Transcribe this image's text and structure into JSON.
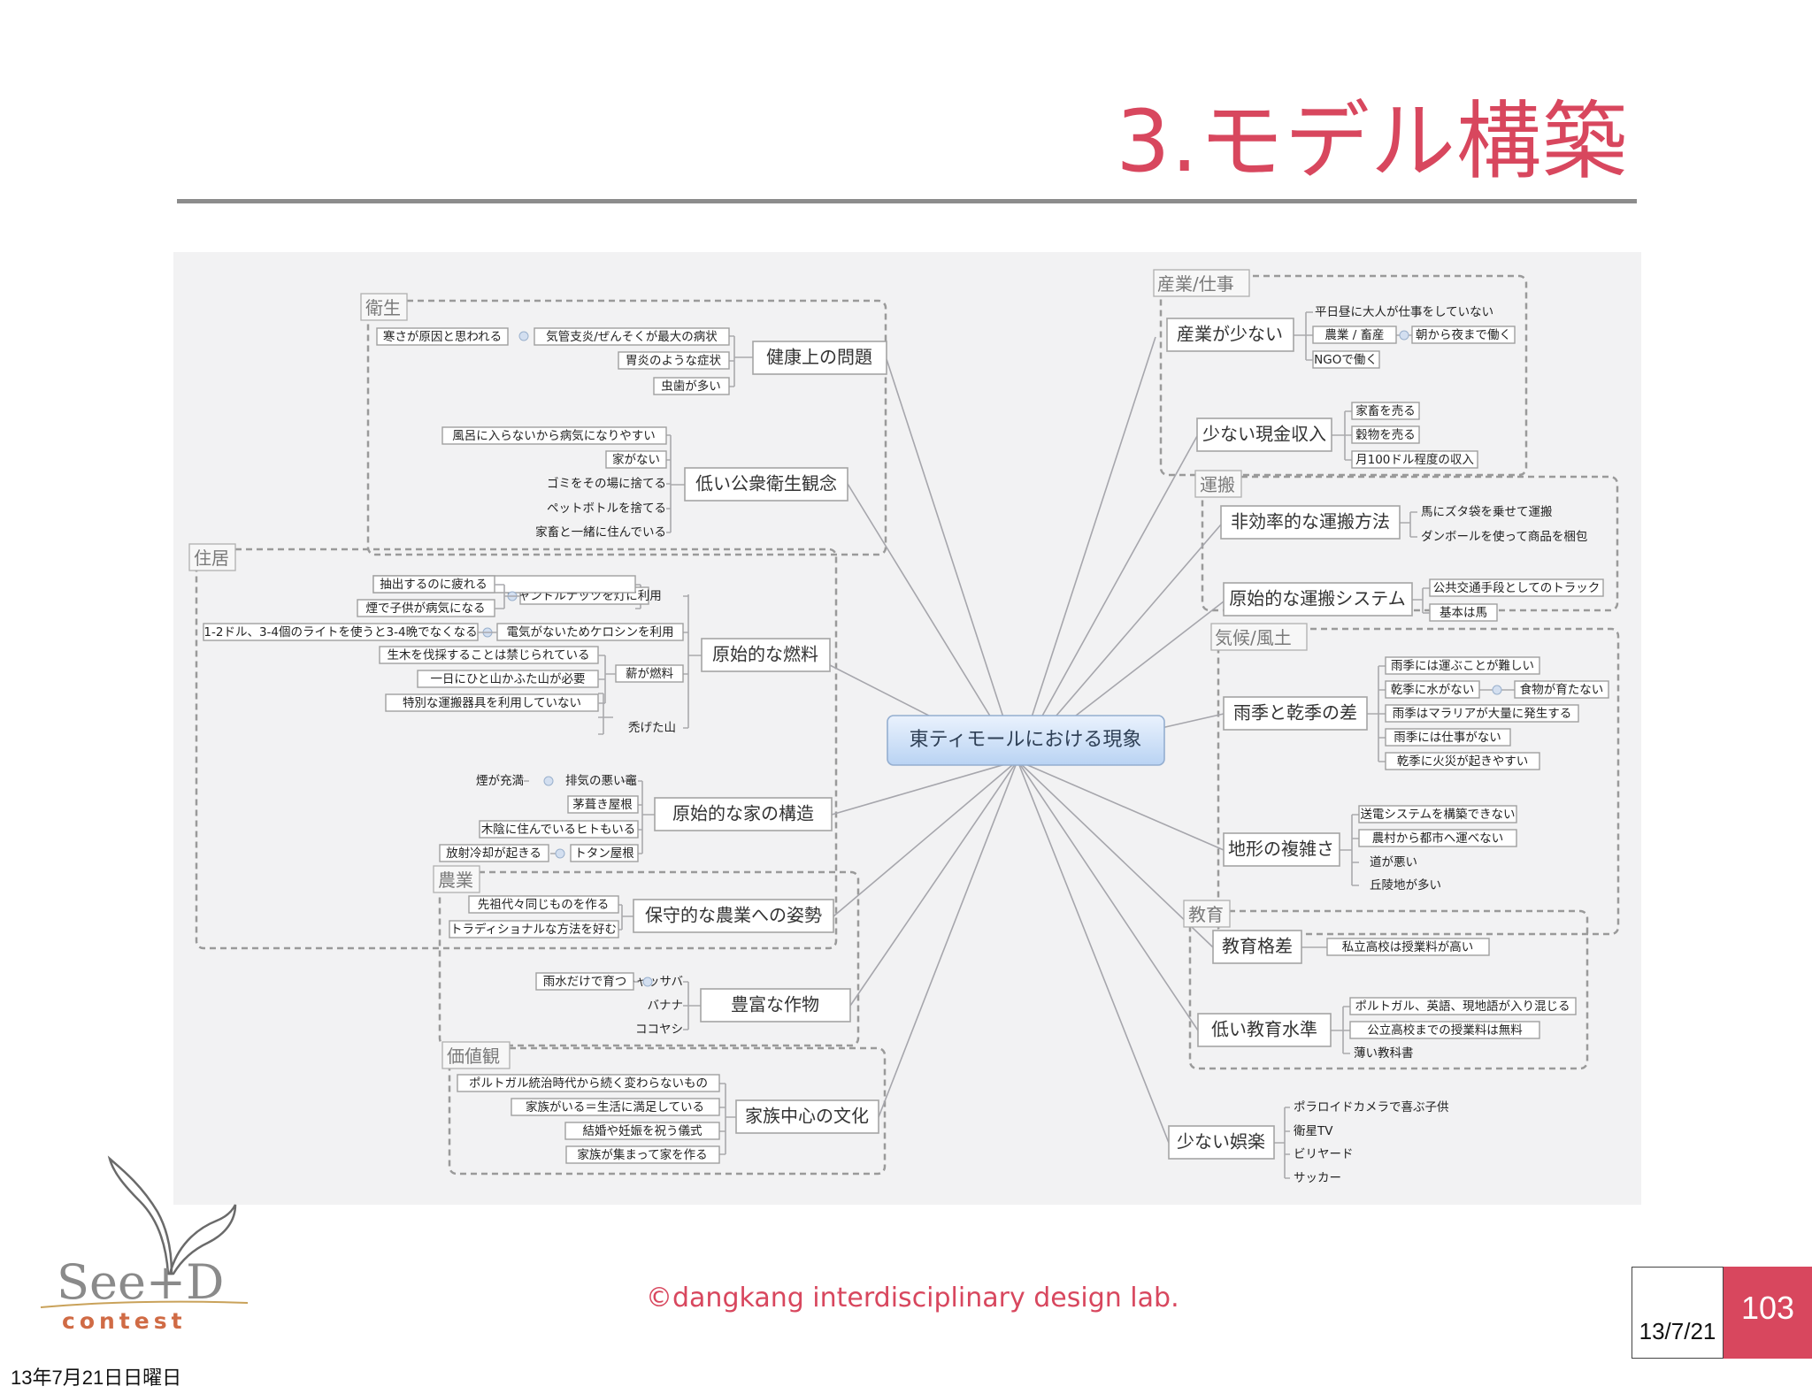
{
  "slide": {
    "title": "3.モデル構築",
    "copyright": "©dangkang interdisciplinary design lab.",
    "date_short": "13/7/21",
    "page_number": "103",
    "footer_date": "13年7月21日日曜日"
  },
  "logo": {
    "text_top": "See+D",
    "text_bottom": "contest"
  },
  "mindmap": {
    "center": "東ティモールにおける現象",
    "groups": {
      "eisei": "衛生",
      "jukyo": "住居",
      "nogyo": "農業",
      "kachikan": "価値観",
      "sangyo": "産業/仕事",
      "unpan": "運搬",
      "kiko": "気候/風土",
      "kyoiku": "教育"
    },
    "branches": {
      "kenko": {
        "label": "健康上の問題",
        "children": [
          "気管支炎/ぜんそくが最大の病状",
          "胃炎のような症状",
          "虫歯が多い"
        ],
        "sub": "寒さが原因と思われる"
      },
      "hikui_eisei": {
        "label": "低い公衆衛生観念",
        "children": [
          "風呂に入らないから病気になりやすい",
          "家がない",
          "ゴミをその場に捨てる",
          "ペットボトルを捨てる",
          "家畜と一緒に住んでいる"
        ]
      },
      "nenryo": {
        "label": "原始的な燃料",
        "candle": "キャンドルナッツを灯に利用",
        "candle_subs": [
          "抽出するのに疲れる",
          "煙で子供が病気になる"
        ],
        "kerosene": "電気がないためケロシンを利用",
        "kerosene_sub": "1-2ドル、3-4個のライトを使うと3-4晩でなくなる",
        "maki": "薪が燃料",
        "maki_subs": [
          "生木を伐採することは禁じられている",
          "一日にひと山かふた山が必要",
          "特別な運搬器具を利用していない"
        ],
        "hage": "禿げた山"
      },
      "ie": {
        "label": "原始的な家の構造",
        "haiki": "排気の悪い竈",
        "haiki_sub": "煙が充満",
        "kaya": "茅葺き屋根",
        "kokage": "木陰に住んでいるヒトもいる",
        "totan": "トタン屋根",
        "totan_sub": "放射冷却が起きる"
      },
      "hoshu": {
        "label": "保守的な農業への姿勢",
        "children": [
          "先祖代々同じものを作る",
          "トラディショナルな方法を好む"
        ]
      },
      "sakumotsu": {
        "label": "豊富な作物",
        "cassava": "キャッサバ",
        "cassava_sub": "雨水だけで育つ",
        "others": [
          "バナナ",
          "ココヤシ"
        ]
      },
      "kazoku": {
        "label": "家族中心の文化",
        "children": [
          "ポルトガル統治時代から続く変わらないもの",
          "家族がいる＝生活に満足している",
          "結婚や妊娠を祝う儀式",
          "家族が集まって家を作る"
        ]
      },
      "sangyo_sukunai": {
        "label": "産業が少ない",
        "heijitsu": "平日昼に大人が仕事をしていない",
        "nogyo": "農業 / 畜産",
        "nogyo_sub": "朝から夜まで働く",
        "ngo": "NGOで働く"
      },
      "genkin": {
        "label": "少ない現金収入",
        "children": [
          "家畜を売る",
          "穀物を売る",
          "月100ドル程度の収入"
        ]
      },
      "hikoritsu": {
        "label": "非効率的な運搬方法",
        "children": [
          "馬にズタ袋を乗せて運搬",
          "ダンボールを使って商品を梱包"
        ]
      },
      "unpan_system": {
        "label": "原始的な運搬システム",
        "children": [
          "公共交通手段としてのトラック",
          "基本は馬"
        ]
      },
      "uki": {
        "label": "雨季と乾季の差",
        "c1": "雨季には運ぶことが難しい",
        "c2": "乾季に水がない",
        "c2_sub": "食物が育たない",
        "c3": "雨季はマラリアが大量に発生する",
        "c4": "雨季には仕事がない",
        "c5": "乾季に火災が起きやすい"
      },
      "chikei": {
        "label": "地形の複雑さ",
        "children": [
          "送電システムを構築できない",
          "農村から都市へ運べない",
          "道が悪い",
          "丘陵地が多い"
        ]
      },
      "kakusa": {
        "label": "教育格差",
        "children": [
          "私立高校は授業料が高い"
        ]
      },
      "suijun": {
        "label": "低い教育水準",
        "children": [
          "ポルトガル、英語、現地語が入り混じる",
          "公立高校までの授業料は無料",
          "薄い教科書"
        ]
      },
      "goraku": {
        "label": "少ない娯楽",
        "children": [
          "ポラロイドカメラで喜ぶ子供",
          "衛星TV",
          "ビリヤード",
          "サッカー"
        ]
      }
    }
  }
}
